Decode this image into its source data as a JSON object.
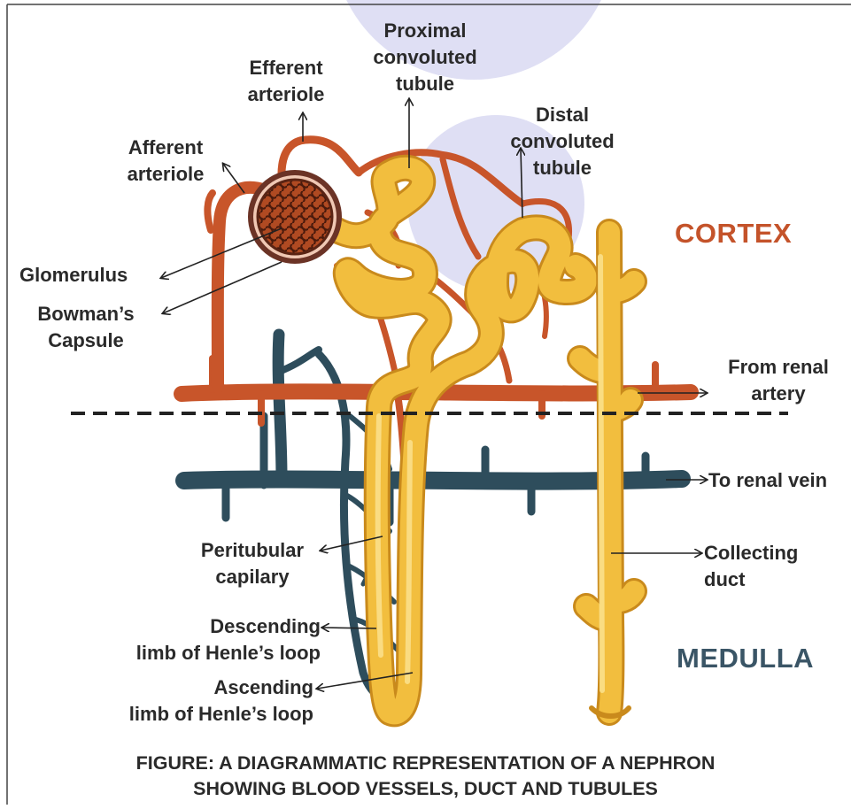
{
  "labels": {
    "proximal_tubule": [
      "Proximal",
      "convoluted",
      "tubule"
    ],
    "efferent_arteriole": [
      "Efferent",
      "arteriole"
    ],
    "distal_tubule": [
      "Distal",
      "convoluted",
      "tubule"
    ],
    "afferent_arteriole": [
      "Afferent",
      "arteriole"
    ],
    "glomerulus": "Glomerulus",
    "bowmans_capsule": [
      "Bowman’s",
      "Capsule"
    ],
    "from_renal_artery": [
      "From renal",
      "artery"
    ],
    "to_renal_vein": "To renal vein",
    "peritubular_capillary": [
      "Peritubular",
      "capilary"
    ],
    "collecting_duct": [
      "Collecting",
      "duct"
    ],
    "descending_limb": [
      "Descending",
      "limb of Henle’s loop"
    ],
    "ascending_limb": [
      "Ascending",
      "limb of Henle’s loop"
    ]
  },
  "regions": {
    "cortex": "CORTEX",
    "medulla": "MEDULLA"
  },
  "caption": [
    "FIGURE: A DIAGRAMMATIC REPRESENTATION OF A NEPHRON",
    "SHOWING BLOOD VESSELS, DUCT AND TUBULES"
  ],
  "colors": {
    "artery": "#c8552a",
    "vein": "#2e4d5c",
    "tubule": "#f2be3e",
    "tubule_edge": "#c98a1c",
    "glomerulus": "#8a3a1e",
    "capsule": "#6b3326",
    "cortex_text": "#c4532a",
    "medulla_text": "#3a5566",
    "watermark": "#dcdcf3"
  }
}
